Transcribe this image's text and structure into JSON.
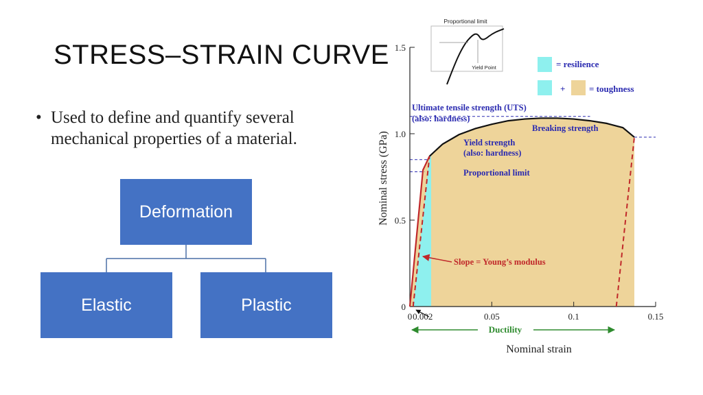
{
  "slide": {
    "title": "STRESS–STRAIN CURVE",
    "bullet": {
      "line1": "Used to define and quantify several",
      "line2": "mechanical properties of a material."
    }
  },
  "org_chart": {
    "root": "Deformation",
    "children": [
      "Elastic",
      "Plastic"
    ],
    "box_color": "#4472c4"
  },
  "chart_data": {
    "type": "line",
    "xlabel": "Nominal strain",
    "ylabel": "Nominal stress (GPa)",
    "xlim": [
      0,
      0.15
    ],
    "ylim": [
      0,
      1.5
    ],
    "xticks": [
      {
        "value": 0,
        "label": "0"
      },
      {
        "value": 0.002,
        "label": "0.002"
      },
      {
        "value": 0.05,
        "label": "0.05"
      },
      {
        "value": 0.1,
        "label": "0.1"
      },
      {
        "value": 0.15,
        "label": "0.15"
      }
    ],
    "yticks": [
      {
        "value": 0,
        "label": "0"
      },
      {
        "value": 0.5,
        "label": "0.5"
      },
      {
        "value": 1.0,
        "label": "1.0"
      },
      {
        "value": 1.5,
        "label": "1.5"
      }
    ],
    "curve": {
      "x": [
        0,
        0.008,
        0.01,
        0.012,
        0.02,
        0.03,
        0.04,
        0.05,
        0.06,
        0.07,
        0.08,
        0.09,
        0.1,
        0.11,
        0.12,
        0.13,
        0.137
      ],
      "y": [
        0,
        0.79,
        0.83,
        0.87,
        0.94,
        0.995,
        1.03,
        1.055,
        1.075,
        1.085,
        1.09,
        1.09,
        1.085,
        1.075,
        1.06,
        1.035,
        0.98
      ]
    },
    "elastic_unload_line": {
      "x": [
        0.002,
        0.012
      ],
      "y": [
        0,
        0.87
      ]
    },
    "fracture_unload_line": {
      "x": [
        0.126,
        0.137
      ],
      "y": [
        0,
        0.98
      ]
    },
    "resilience_region": {
      "x_from": 0.002,
      "x_to": 0.013
    },
    "reference_lines": [
      {
        "name": "uts",
        "y": 1.1,
        "x_from": 0,
        "x_to": 0.11
      },
      {
        "name": "breaking",
        "y": 0.98,
        "x_from": 0.137,
        "x_to": 0.15
      },
      {
        "name": "yield",
        "y": 0.85,
        "x_from": 0,
        "x_to": 0.011
      },
      {
        "name": "proportional",
        "y": 0.78,
        "x_from": 0,
        "x_to": 0.009
      }
    ],
    "colors": {
      "curve": "#c0282a",
      "curve_top": "#111111",
      "resilience": "#8ef0ee",
      "toughness": "#eed49a",
      "annotation": "#2a2ab0",
      "ductility": "#2e8b2e",
      "slope_label": "#c0282a"
    },
    "legend": {
      "resilience_label": "= resilience",
      "plus": "+",
      "toughness_label": "= toughness"
    },
    "annotations": {
      "uts_line1": "Ultimate tensile strength (UTS)",
      "uts_line2": "(also: hardness)",
      "breaking": "Breaking strength",
      "yield_line1": "Yield strength",
      "yield_line2": "(also: hardness)",
      "proportional": "Proportional limit",
      "slope": "Slope = Young’s modulus",
      "ductility": "Ductility"
    },
    "inset": {
      "top_label": "Proportional limit",
      "bottom_label": "Yield Point"
    }
  }
}
